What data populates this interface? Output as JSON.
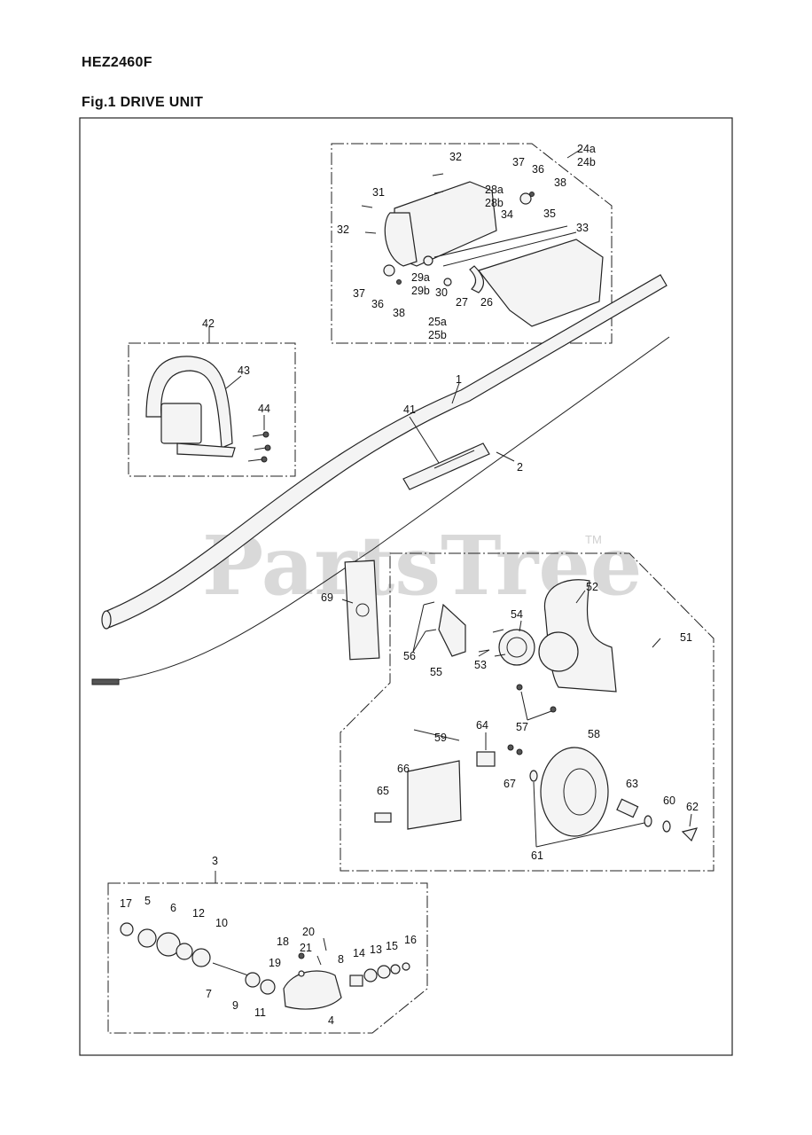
{
  "header": {
    "model": "HEZ2460F",
    "figure_title": "Fig.1 DRIVE UNIT"
  },
  "watermark": {
    "text": "PartsTree",
    "tm": "TM"
  },
  "callouts": [
    "24a",
    "24b",
    "32",
    "37",
    "36",
    "38",
    "31",
    "28a",
    "28b",
    "34",
    "35",
    "33",
    "29a",
    "29b",
    "30",
    "27",
    "26",
    "25a",
    "25b",
    "42",
    "43",
    "44",
    "1",
    "41",
    "2",
    "69",
    "52",
    "54",
    "51",
    "56",
    "55",
    "53",
    "57",
    "59",
    "64",
    "58",
    "66",
    "65",
    "67",
    "63",
    "60",
    "62",
    "61",
    "3",
    "17",
    "5",
    "6",
    "12",
    "10",
    "20",
    "18",
    "21",
    "8",
    "14",
    "13",
    "15",
    "16",
    "19",
    "7",
    "9",
    "11",
    "4"
  ]
}
